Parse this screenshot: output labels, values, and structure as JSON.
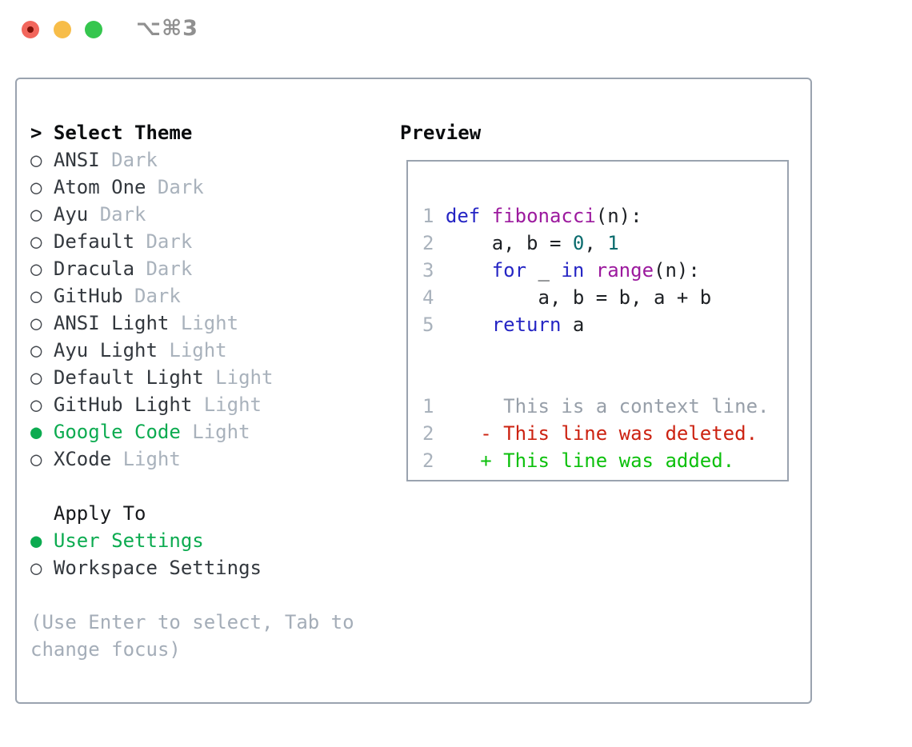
{
  "window": {
    "title": "⌥⌘3",
    "buttons": [
      "close",
      "minimize",
      "zoom"
    ]
  },
  "theme_panel": {
    "prompt": ">",
    "header": "Select Theme",
    "items": [
      {
        "marker": "○",
        "name": "ANSI",
        "variant": "Dark",
        "selected": false
      },
      {
        "marker": "○",
        "name": "Atom One",
        "variant": "Dark",
        "selected": false
      },
      {
        "marker": "○",
        "name": "Ayu",
        "variant": "Dark",
        "selected": false
      },
      {
        "marker": "○",
        "name": "Default",
        "variant": "Dark",
        "selected": false
      },
      {
        "marker": "○",
        "name": "Dracula",
        "variant": "Dark",
        "selected": false
      },
      {
        "marker": "○",
        "name": "GitHub",
        "variant": "Dark",
        "selected": false
      },
      {
        "marker": "○",
        "name": "ANSI Light",
        "variant": "Light",
        "selected": false
      },
      {
        "marker": "○",
        "name": "Ayu Light",
        "variant": "Light",
        "selected": false
      },
      {
        "marker": "○",
        "name": "Default Light",
        "variant": "Light",
        "selected": false
      },
      {
        "marker": "○",
        "name": "GitHub Light",
        "variant": "Light",
        "selected": false
      },
      {
        "marker": "●",
        "name": "Google Code",
        "variant": "Light",
        "selected": true
      },
      {
        "marker": "○",
        "name": "XCode",
        "variant": "Light",
        "selected": false
      }
    ]
  },
  "apply_to": {
    "header": "Apply To",
    "options": [
      {
        "marker": "●",
        "label": "User Settings",
        "selected": true
      },
      {
        "marker": "○",
        "label": "Workspace Settings",
        "selected": false
      }
    ]
  },
  "help": {
    "line1": "(Use Enter to select, Tab to",
    "line2": "change focus)"
  },
  "preview": {
    "header": "Preview",
    "lines": [
      {
        "tokens": []
      },
      {
        "tokens": [
          {
            "t": "1 "
          },
          {
            "t": "def"
          },
          {
            "t": " "
          },
          {
            "t": "fibonacci"
          },
          {
            "t": "(n):"
          }
        ]
      },
      {
        "tokens": [
          {
            "t": "2 "
          },
          {
            "t": "    a, b = "
          },
          {
            "t": "0"
          },
          {
            "t": ", "
          },
          {
            "t": "1"
          }
        ]
      },
      {
        "tokens": [
          {
            "t": "3 "
          },
          {
            "t": "    "
          },
          {
            "t": "for"
          },
          {
            "t": " _ "
          },
          {
            "t": "in"
          },
          {
            "t": " "
          },
          {
            "t": "range"
          },
          {
            "t": "(n):"
          }
        ]
      },
      {
        "tokens": [
          {
            "t": "4 "
          },
          {
            "t": "        a, b = b, a + b"
          }
        ]
      },
      {
        "tokens": [
          {
            "t": "5 "
          },
          {
            "t": "    "
          },
          {
            "t": "return"
          },
          {
            "t": " a"
          }
        ]
      },
      {
        "tokens": []
      },
      {
        "tokens": []
      },
      {
        "tokens": [
          {
            "t": "1"
          },
          {
            "t": "      This is a context line."
          }
        ]
      },
      {
        "tokens": [
          {
            "t": "2"
          },
          {
            "t": "    - This line was deleted."
          }
        ]
      },
      {
        "tokens": [
          {
            "t": "2"
          },
          {
            "t": "    + This line was added."
          }
        ]
      }
    ]
  },
  "colors": {
    "green": "#0cab50",
    "border": "#9aa3af",
    "name": "#33383e",
    "muted": "#a9b2bc",
    "help": "#a4adb8",
    "title": "#909090",
    "num": "#a9b2bc",
    "kwd": "#2525c4",
    "typ": "#9c1a9e",
    "lit": "#0a6b6d",
    "pln": "#1d2024",
    "ctx": "#979fa9",
    "del": "#cc2211",
    "add": "#0cc00c",
    "btn_red": "#f2665c",
    "btn_red_dot": "#7f1007",
    "btn_yellow": "#f7bd49",
    "btn_green": "#35c64e"
  }
}
